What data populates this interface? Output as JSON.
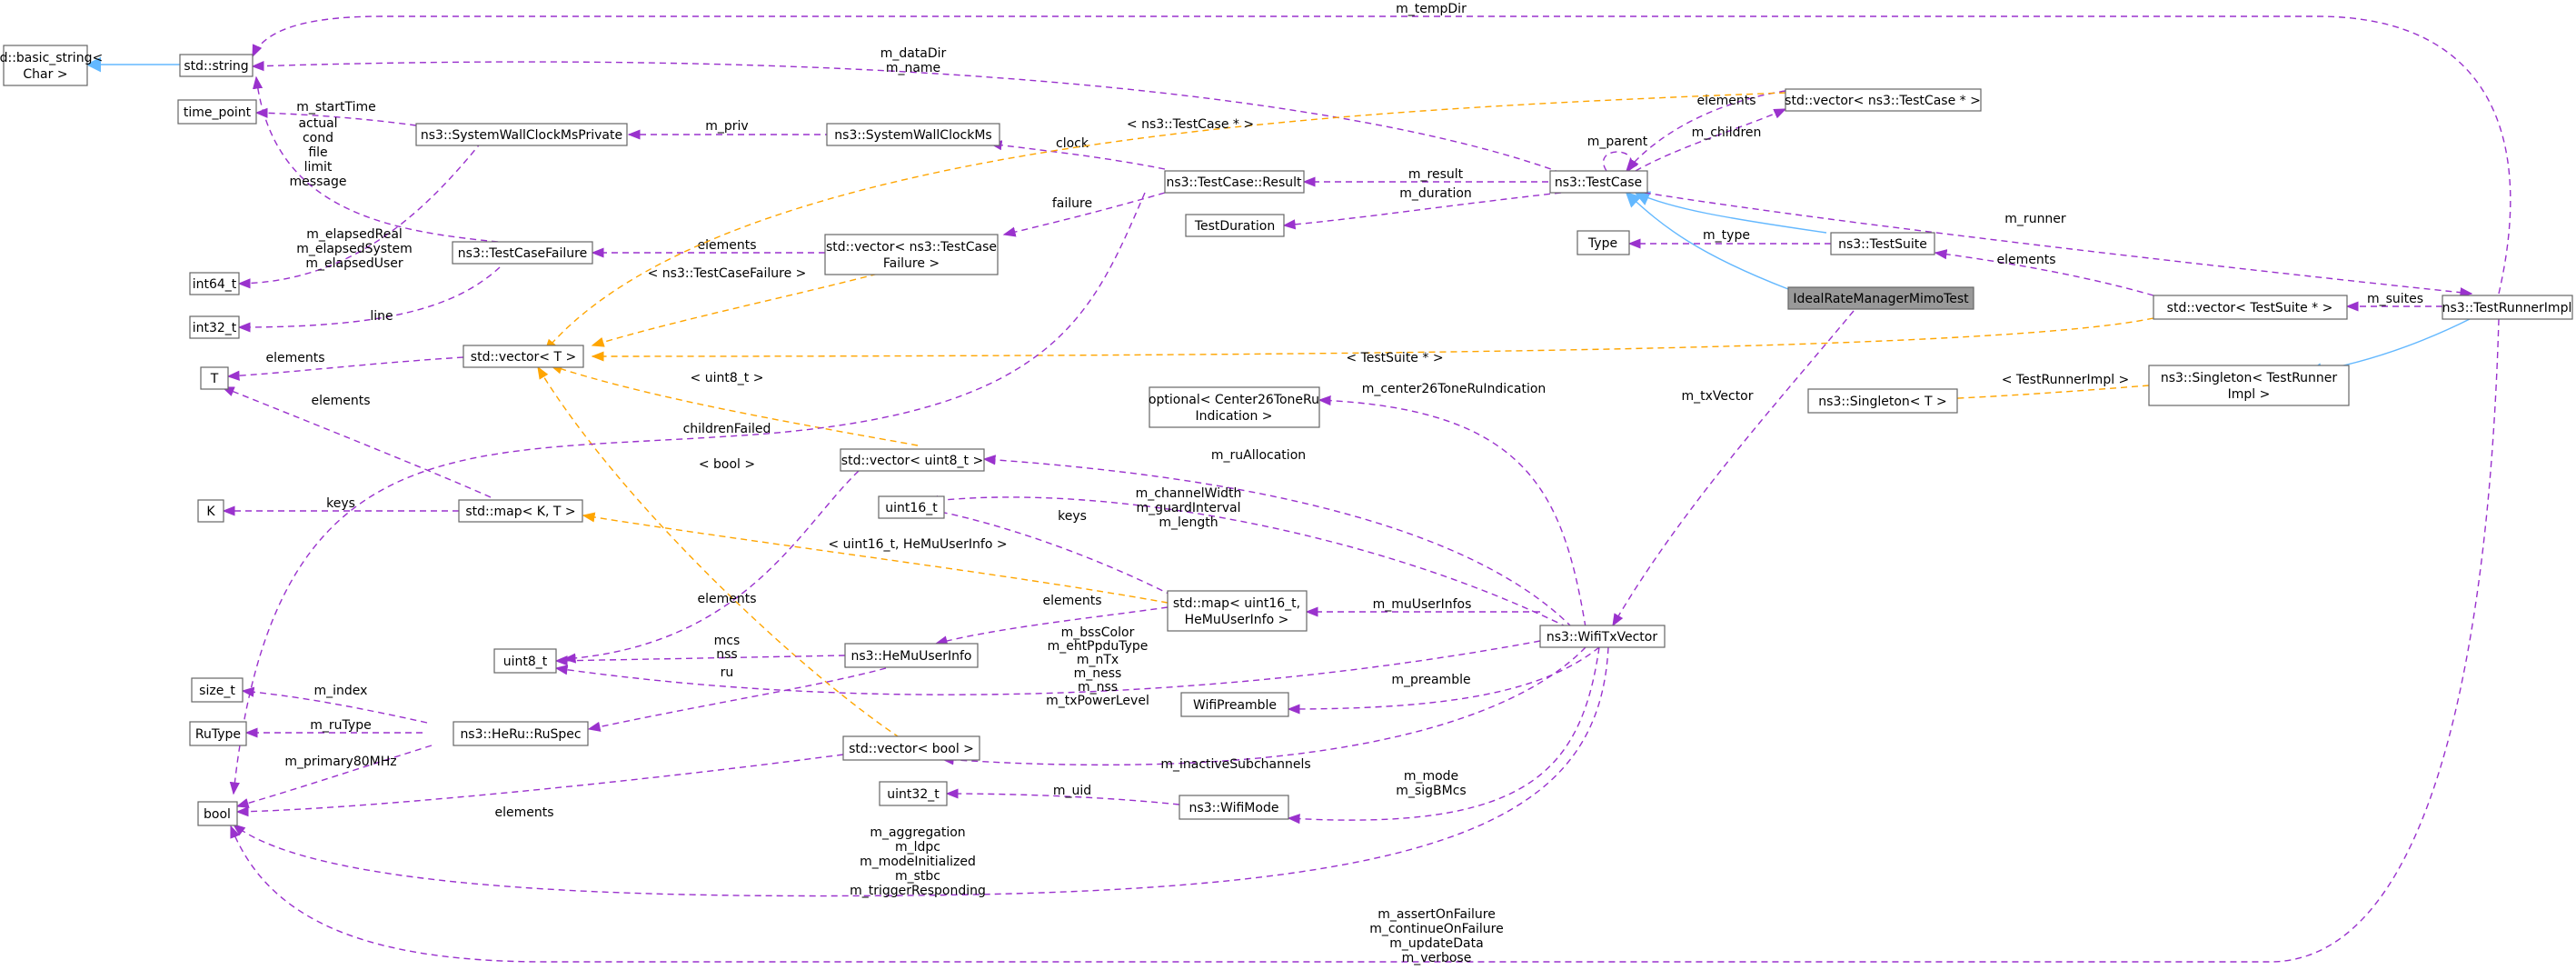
{
  "nodes": [
    {
      "id": "basic_string",
      "lines": [
        "std::basic_string<",
        "Char >"
      ]
    },
    {
      "id": "string",
      "lines": [
        "std::string"
      ]
    },
    {
      "id": "time_point",
      "lines": [
        "time_point"
      ]
    },
    {
      "id": "int64",
      "lines": [
        "int64_t"
      ]
    },
    {
      "id": "int32",
      "lines": [
        "int32_t"
      ]
    },
    {
      "id": "T",
      "lines": [
        "T"
      ]
    },
    {
      "id": "K",
      "lines": [
        "K"
      ]
    },
    {
      "id": "uint8",
      "lines": [
        "uint8_t"
      ]
    },
    {
      "id": "size_t",
      "lines": [
        "size_t"
      ]
    },
    {
      "id": "RuType",
      "lines": [
        "RuType"
      ]
    },
    {
      "id": "bool",
      "lines": [
        "bool"
      ]
    },
    {
      "id": "swcmp",
      "lines": [
        "ns3::SystemWallClockMsPrivate"
      ]
    },
    {
      "id": "tcf",
      "lines": [
        "ns3::TestCaseFailure"
      ]
    },
    {
      "id": "vecT",
      "lines": [
        "std::vector< T >"
      ]
    },
    {
      "id": "mapKT",
      "lines": [
        "std::map< K, T >"
      ]
    },
    {
      "id": "heru",
      "lines": [
        "ns3::HeRu::RuSpec"
      ]
    },
    {
      "id": "swcm",
      "lines": [
        "ns3::SystemWallClockMs"
      ]
    },
    {
      "id": "vecTCF",
      "lines": [
        "std::vector< ns3::TestCase",
        "Failure >"
      ]
    },
    {
      "id": "vecU8",
      "lines": [
        "std::vector< uint8_t >"
      ]
    },
    {
      "id": "uint16",
      "lines": [
        "uint16_t"
      ]
    },
    {
      "id": "hemui",
      "lines": [
        "ns3::HeMuUserInfo"
      ]
    },
    {
      "id": "vecBool",
      "lines": [
        "std::vector< bool >"
      ]
    },
    {
      "id": "uint32",
      "lines": [
        "uint32_t"
      ]
    },
    {
      "id": "result",
      "lines": [
        "ns3::TestCase::Result"
      ]
    },
    {
      "id": "tdur",
      "lines": [
        "TestDuration"
      ]
    },
    {
      "id": "opt26",
      "lines": [
        "optional< Center26ToneRu",
        "Indication >"
      ]
    },
    {
      "id": "mapU16",
      "lines": [
        "std::map< uint16_t,",
        "HeMuUserInfo >"
      ]
    },
    {
      "id": "preamble",
      "lines": [
        "WifiPreamble"
      ]
    },
    {
      "id": "wmode",
      "lines": [
        "ns3::WifiMode"
      ]
    },
    {
      "id": "testcase",
      "lines": [
        "ns3::TestCase"
      ]
    },
    {
      "id": "type",
      "lines": [
        "Type"
      ]
    },
    {
      "id": "vecTCp",
      "lines": [
        "std::vector< ns3::TestCase * >"
      ]
    },
    {
      "id": "testsuite",
      "lines": [
        "ns3::TestSuite"
      ]
    },
    {
      "id": "irm",
      "lines": [
        "IdealRateManagerMimoTest"
      ]
    },
    {
      "id": "txvec",
      "lines": [
        "ns3::WifiTxVector"
      ]
    },
    {
      "id": "vecTS",
      "lines": [
        "std::vector< TestSuite * >"
      ]
    },
    {
      "id": "singT",
      "lines": [
        "ns3::Singleton< T >"
      ]
    },
    {
      "id": "singTR",
      "lines": [
        "ns3::Singleton< TestRunner",
        "Impl >"
      ]
    },
    {
      "id": "trimpl",
      "lines": [
        "ns3::TestRunnerImpl"
      ]
    }
  ],
  "edges": [
    {
      "id": "e1",
      "lines": []
    },
    {
      "id": "e2",
      "lines": [
        "m_dataDir",
        "m_name"
      ]
    },
    {
      "id": "e3",
      "lines": [
        "m_tempDir"
      ]
    },
    {
      "id": "e4",
      "lines": [
        "m_startTime"
      ]
    },
    {
      "id": "e5",
      "lines": [
        "actual",
        "cond",
        "file",
        "limit",
        "message"
      ]
    },
    {
      "id": "e6",
      "lines": [
        "m_elapsedReal",
        "m_elapsedSystem",
        "m_elapsedUser"
      ]
    },
    {
      "id": "e7",
      "lines": [
        "line"
      ]
    },
    {
      "id": "e8",
      "lines": [
        "m_priv"
      ]
    },
    {
      "id": "e9",
      "lines": [
        "clock"
      ]
    },
    {
      "id": "e10",
      "lines": [
        "elements"
      ]
    },
    {
      "id": "e11",
      "lines": [
        "failure"
      ]
    },
    {
      "id": "e12",
      "lines": [
        "m_result"
      ]
    },
    {
      "id": "e13",
      "lines": [
        "m_duration"
      ]
    },
    {
      "id": "e14",
      "lines": [
        "m_parent"
      ]
    },
    {
      "id": "e15",
      "lines": [
        "elements"
      ]
    },
    {
      "id": "e16",
      "lines": [
        "m_children"
      ]
    },
    {
      "id": "e17",
      "lines": [
        "< ns3::TestCase * >"
      ]
    },
    {
      "id": "e18",
      "lines": [
        "< ns3::TestCaseFailure >"
      ]
    },
    {
      "id": "e19",
      "lines": [
        "< TestSuite * >"
      ]
    },
    {
      "id": "e20",
      "lines": [
        "< uint8_t >"
      ]
    },
    {
      "id": "e21",
      "lines": [
        "< bool >"
      ]
    },
    {
      "id": "e22",
      "lines": [
        "elements"
      ]
    },
    {
      "id": "e23",
      "lines": [
        "elements"
      ]
    },
    {
      "id": "e24",
      "lines": [
        "keys"
      ]
    },
    {
      "id": "e25",
      "lines": [
        "childrenFailed"
      ]
    },
    {
      "id": "e26",
      "lines": [
        "< uint16_t, HeMuUserInfo >"
      ]
    },
    {
      "id": "e27",
      "lines": []
    },
    {
      "id": "e28",
      "lines": []
    },
    {
      "id": "e29",
      "lines": [
        "m_type"
      ]
    },
    {
      "id": "e30",
      "lines": [
        "elements"
      ]
    },
    {
      "id": "e31",
      "lines": [
        "m_runner"
      ]
    },
    {
      "id": "e32",
      "lines": [
        "m_suites"
      ]
    },
    {
      "id": "e33",
      "lines": []
    },
    {
      "id": "e34",
      "lines": [
        "< TestRunnerImpl >"
      ]
    },
    {
      "id": "e35",
      "lines": [
        "m_txVector"
      ]
    },
    {
      "id": "e36",
      "lines": [
        "m_center26ToneRuIndication"
      ]
    },
    {
      "id": "e37",
      "lines": [
        "m_ruAllocation"
      ]
    },
    {
      "id": "e38",
      "lines": [
        "elements"
      ]
    },
    {
      "id": "e39",
      "lines": [
        "m_channelWidth",
        "m_guardInterval",
        "m_length"
      ]
    },
    {
      "id": "e40",
      "lines": [
        "keys"
      ]
    },
    {
      "id": "e41",
      "lines": [
        "m_muUserInfos"
      ]
    },
    {
      "id": "e42",
      "lines": [
        "elements"
      ]
    },
    {
      "id": "e43",
      "lines": [
        "mcs",
        "nss"
      ]
    },
    {
      "id": "e44",
      "lines": [
        "ru"
      ]
    },
    {
      "id": "e45",
      "lines": [
        "m_bssColor",
        "m_ehtPpduType",
        "m_nTx",
        "m_ness",
        "m_nss",
        "m_txPowerLevel"
      ]
    },
    {
      "id": "e46",
      "lines": [
        "m_preamble"
      ]
    },
    {
      "id": "e47",
      "lines": [
        "m_inactiveSubchannels"
      ]
    },
    {
      "id": "e48",
      "lines": [
        "m_mode",
        "m_sigBMcs"
      ]
    },
    {
      "id": "e49",
      "lines": [
        "m_uid"
      ]
    },
    {
      "id": "e50",
      "lines": [
        "m_index"
      ]
    },
    {
      "id": "e51",
      "lines": [
        "m_ruType"
      ]
    },
    {
      "id": "e52",
      "lines": [
        "m_primary80MHz"
      ]
    },
    {
      "id": "e53",
      "lines": [
        "elements"
      ]
    },
    {
      "id": "e54",
      "lines": [
        "m_aggregation",
        "m_ldpc",
        "m_modeInitialized",
        "m_stbc",
        "m_triggerResponding"
      ]
    },
    {
      "id": "e55",
      "lines": [
        "m_assertOnFailure",
        "m_continueOnFailure",
        "m_updateData",
        "m_verbose"
      ]
    }
  ],
  "colors": {
    "member": "#9a32cd",
    "inherit": "#63b8ff",
    "template": "#ffa500",
    "focus_fill": "#999999"
  }
}
